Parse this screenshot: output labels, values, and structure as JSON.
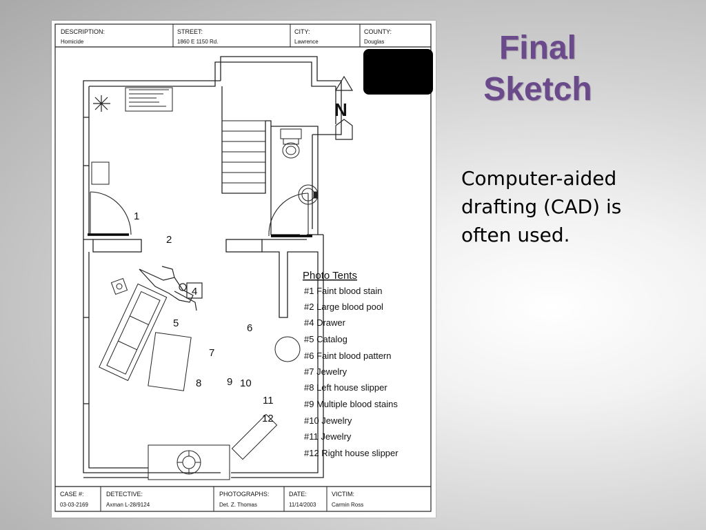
{
  "slide": {
    "title_line1": "Final",
    "title_line2": "Sketch",
    "body_line1": "Computer-aided",
    "body_line2": "drafting (CAD) is",
    "body_line3": "often used."
  },
  "header": {
    "description_label": "DESCRIPTION:",
    "description_value": "Homicide",
    "street_label": "STREET:",
    "street_value": "1860 E 1150 Rd.",
    "city_label": "CITY:",
    "city_value": "Lawrence",
    "county_label": "COUNTY:",
    "county_value": "Douglas"
  },
  "footer": {
    "case_label": "CASE #:",
    "case_value": "03-03-2169",
    "detective_label": "DETECTIVE:",
    "detective_value": "Axman L-28/9124",
    "photographs_label": "PHOTOGRAPHS:",
    "photographs_value": "Det. Z. Thomas",
    "date_label": "DATE:",
    "date_value": "11/14/2003",
    "victim_label": "VICTIM:",
    "victim_value": "Carmin Ross"
  },
  "compass": {
    "letter": "N"
  },
  "markers": {
    "m1": "1",
    "m2": "2",
    "m4": "4",
    "m5": "5",
    "m6": "6",
    "m7": "7",
    "m8": "8",
    "m9": "9",
    "m10": "10",
    "m11": "11",
    "m12": "12"
  },
  "legend": {
    "title": "Photo Tents",
    "items": [
      "#1 Faint blood stain",
      "#2 Large blood pool",
      "#4 Drawer",
      "#5 Catalog",
      "#6 Faint blood pattern",
      "#7 Jewelry",
      "#8 Left house slipper",
      "#9 Multiple blood stains",
      "#10 Jewelry",
      "#11 Jewelry",
      "#12 Right house slipper"
    ]
  }
}
